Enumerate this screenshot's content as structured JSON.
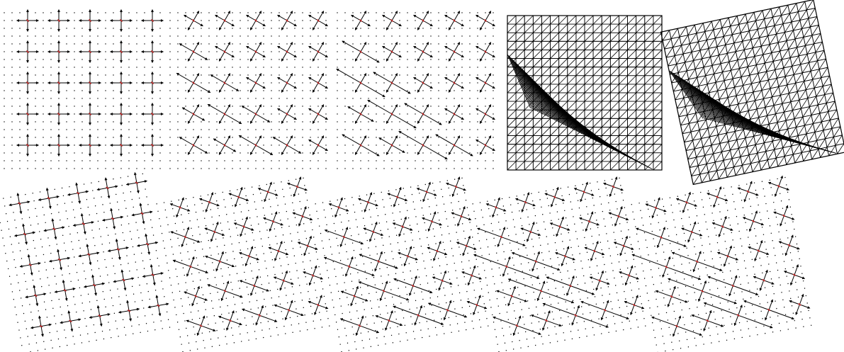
{
  "figure": {
    "panel_count": 10,
    "rows": 2,
    "top_row": {
      "panels": [
        {
          "kind": "cross-field",
          "variant": "axis-aligned",
          "spread": 0
        },
        {
          "kind": "cross-field",
          "variant": "diagonal-stretch",
          "spread": 1
        },
        {
          "kind": "cross-field",
          "variant": "diagonal-stretch",
          "spread": 2
        },
        {
          "kind": "triangle-mesh",
          "variant": "axis-aligned"
        },
        {
          "kind": "triangle-mesh",
          "variant": "rotated"
        }
      ]
    },
    "bottom_row": {
      "panels": [
        {
          "kind": "cross-field",
          "variant": "rotated",
          "spread": 0
        },
        {
          "kind": "cross-field",
          "variant": "rotated",
          "spread": 1
        },
        {
          "kind": "cross-field",
          "variant": "rotated",
          "spread": 2
        },
        {
          "kind": "cross-field",
          "variant": "rotated",
          "spread": 3
        },
        {
          "kind": "cross-field",
          "variant": "rotated",
          "spread": 3
        }
      ]
    }
  },
  "colors": {
    "ink": "#000000",
    "dot": "#000000",
    "center_marker": "#cc2222",
    "mesh_line": "#000000",
    "background": "#ffffff"
  }
}
